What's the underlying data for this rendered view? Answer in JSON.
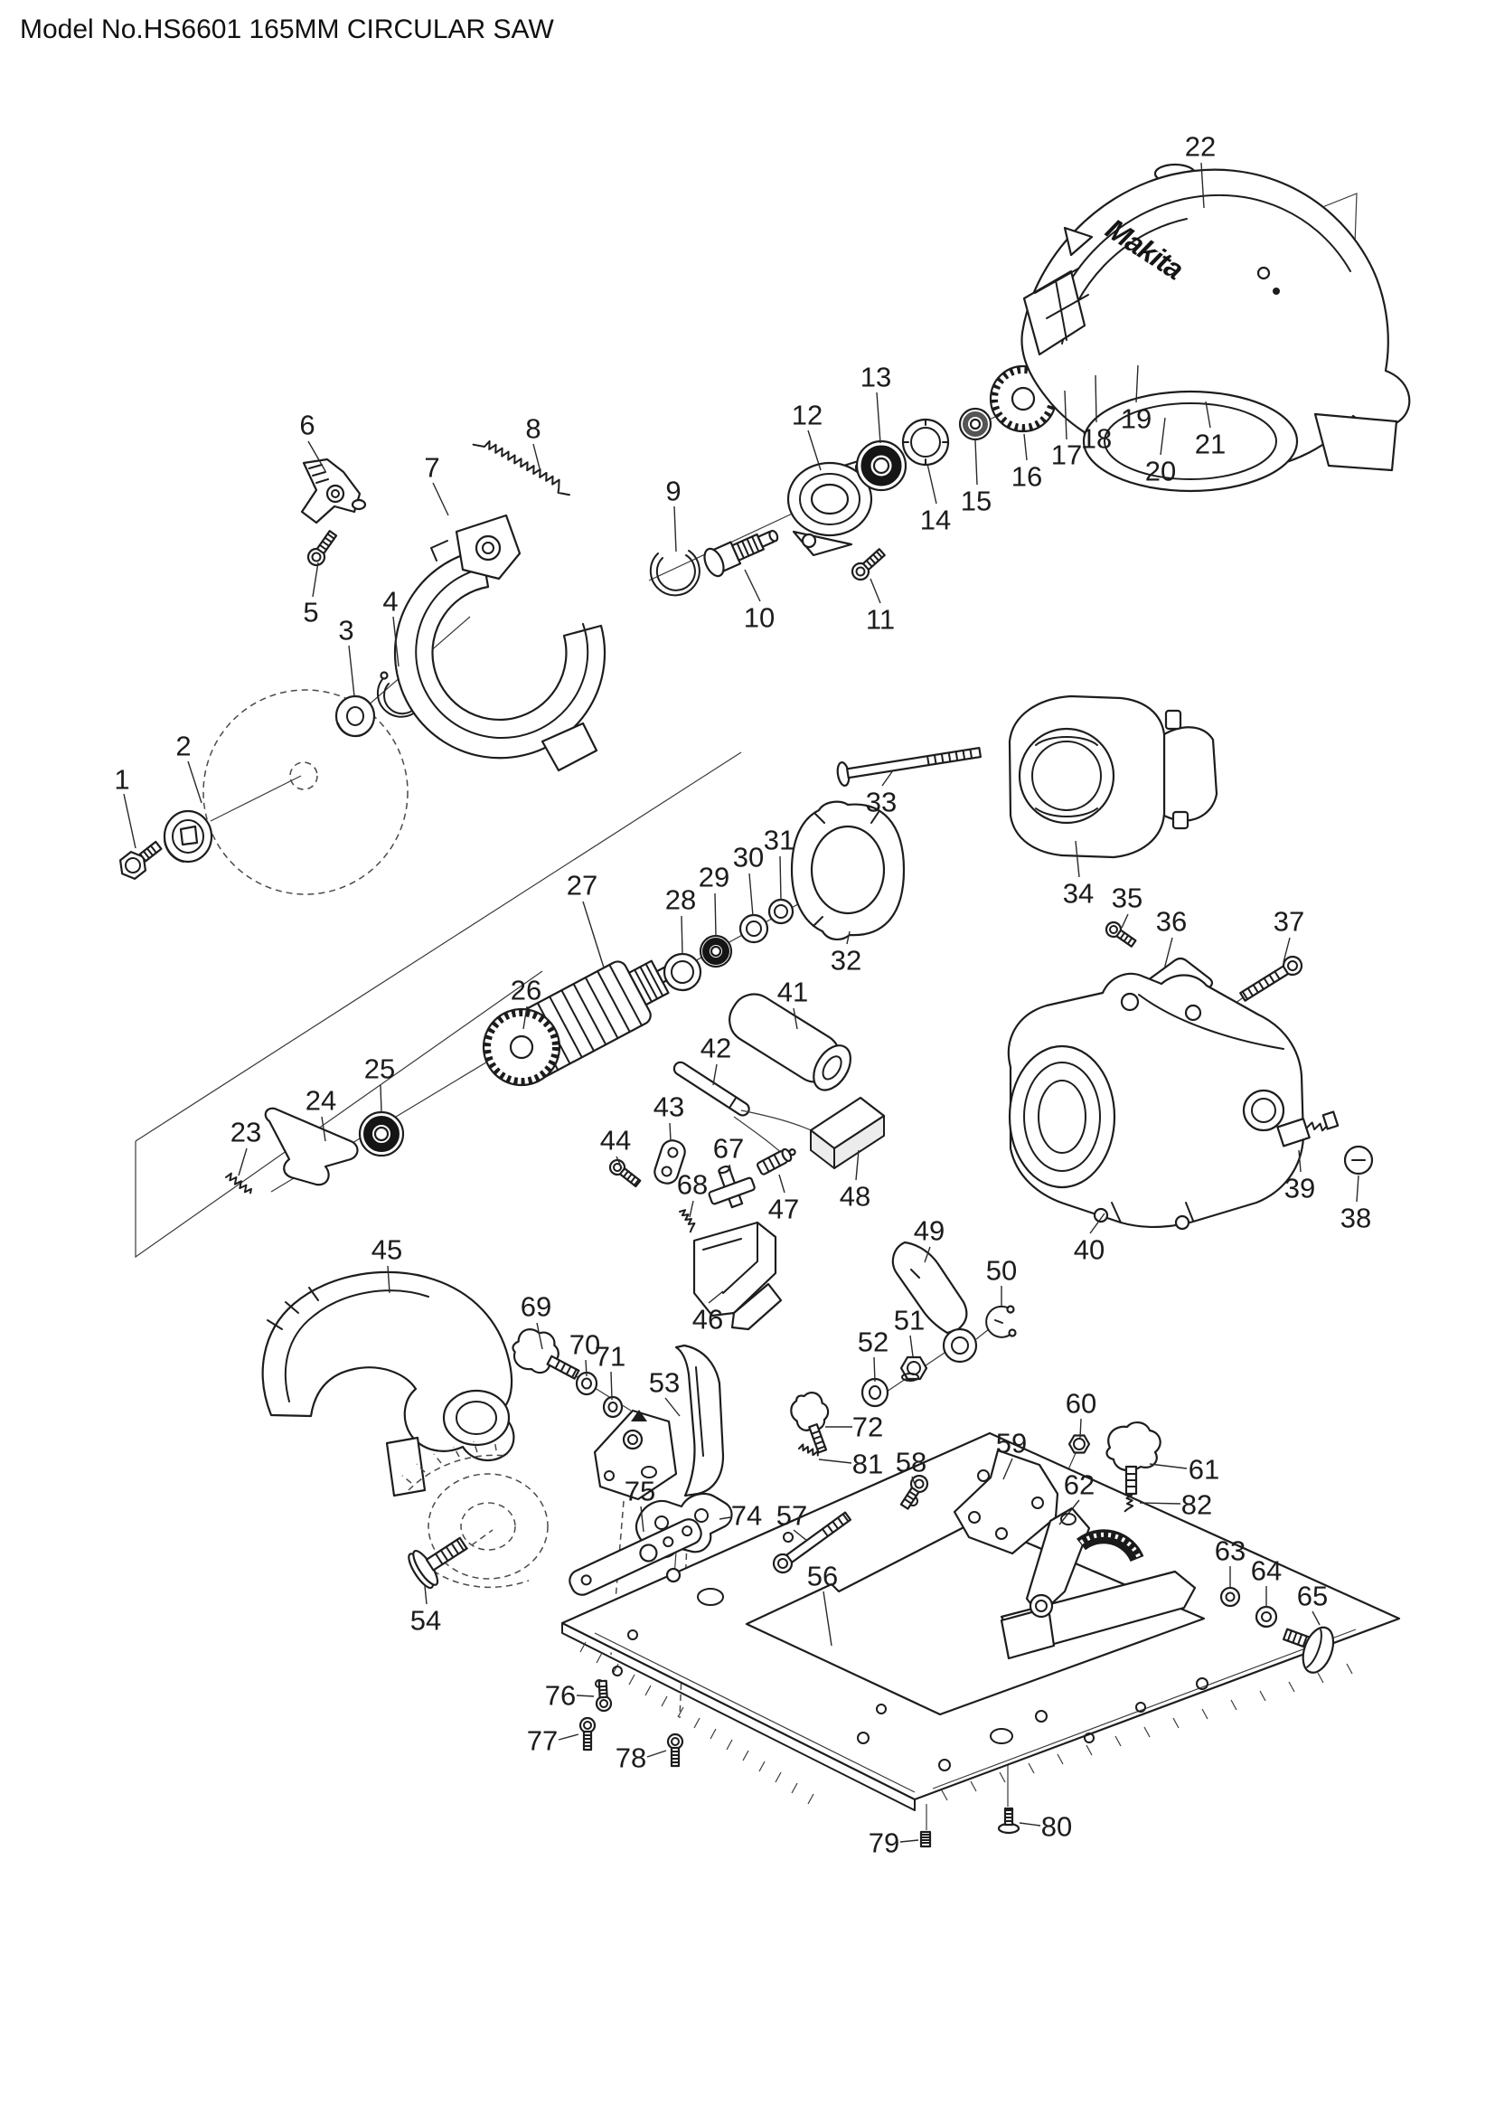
{
  "title": "Model No.HS6601 165MM CIRCULAR SAW",
  "brand": "Makita",
  "diagram": {
    "parts_format": [
      "num",
      "label_x",
      "label_y",
      "leader_x1",
      "leader_y1",
      "leader_x2",
      "leader_y2"
    ],
    "parts": [
      [
        "1",
        135,
        862,
        137,
        878,
        150,
        938
      ],
      [
        "2",
        203,
        825,
        208,
        842,
        223,
        888
      ],
      [
        "3",
        383,
        697,
        386,
        714,
        392,
        770
      ],
      [
        "4",
        432,
        665,
        435,
        682,
        441,
        737
      ],
      [
        "5",
        344,
        677,
        346,
        660,
        352,
        622
      ],
      [
        "6",
        340,
        470,
        341,
        488,
        360,
        521
      ],
      [
        "7",
        478,
        517,
        479,
        534,
        496,
        570
      ],
      [
        "8",
        590,
        474,
        590,
        491,
        597,
        518
      ],
      [
        "9",
        745,
        543,
        746,
        560,
        748,
        610
      ],
      [
        "10",
        840,
        683,
        841,
        665,
        824,
        630
      ],
      [
        "11",
        974,
        685,
        974,
        667,
        963,
        640
      ],
      [
        "12",
        893,
        459,
        894,
        476,
        908,
        520
      ],
      [
        "13",
        969,
        417,
        970,
        434,
        974,
        490
      ],
      [
        "14",
        1035,
        575,
        1036,
        557,
        1026,
        513
      ],
      [
        "15",
        1080,
        554,
        1081,
        536,
        1079,
        487
      ],
      [
        "16",
        1136,
        527,
        1136,
        509,
        1133,
        480
      ],
      [
        "17",
        1180,
        503,
        1180,
        486,
        1178,
        432
      ],
      [
        "18",
        1213,
        485,
        1213,
        467,
        1212,
        415
      ],
      [
        "19",
        1257,
        463,
        1257,
        445,
        1259,
        404
      ],
      [
        "20",
        1284,
        521,
        1284,
        503,
        1289,
        462
      ],
      [
        "21",
        1339,
        491,
        1339,
        473,
        1334,
        444
      ],
      [
        "22",
        1328,
        162,
        1329,
        180,
        1332,
        230
      ],
      [
        "23",
        272,
        1252,
        273,
        1270,
        264,
        1300
      ],
      [
        "24",
        355,
        1217,
        356,
        1235,
        360,
        1262
      ],
      [
        "25",
        420,
        1182,
        421,
        1200,
        422,
        1230
      ],
      [
        "26",
        582,
        1095,
        583,
        1113,
        579,
        1138
      ],
      [
        "27",
        644,
        979,
        645,
        997,
        668,
        1070
      ],
      [
        "28",
        753,
        995,
        754,
        1013,
        755,
        1055
      ],
      [
        "29",
        790,
        970,
        791,
        988,
        792,
        1035
      ],
      [
        "30",
        828,
        948,
        829,
        966,
        833,
        1013
      ],
      [
        "31",
        862,
        929,
        863,
        947,
        864,
        996
      ],
      [
        "32",
        936,
        1062,
        937,
        1044,
        940,
        1030
      ],
      [
        "33",
        975,
        887,
        976,
        869,
        988,
        852
      ],
      [
        "34",
        1193,
        988,
        1194,
        970,
        1190,
        930
      ],
      [
        "35",
        1247,
        993,
        1248,
        1011,
        1241,
        1026
      ],
      [
        "36",
        1296,
        1019,
        1297,
        1037,
        1288,
        1072
      ],
      [
        "37",
        1426,
        1019,
        1427,
        1037,
        1420,
        1064
      ],
      [
        "38",
        1500,
        1347,
        1501,
        1329,
        1503,
        1300
      ],
      [
        "39",
        1438,
        1314,
        1439,
        1296,
        1437,
        1272
      ],
      [
        "40",
        1205,
        1382,
        1206,
        1364,
        1222,
        1342
      ],
      [
        "41",
        877,
        1097,
        878,
        1115,
        882,
        1138
      ],
      [
        "42",
        792,
        1159,
        793,
        1177,
        789,
        1200
      ],
      [
        "43",
        740,
        1224,
        741,
        1242,
        742,
        1262
      ],
      [
        "44",
        681,
        1261,
        682,
        1279,
        688,
        1292
      ],
      [
        "45",
        428,
        1382,
        429,
        1400,
        431,
        1430
      ],
      [
        "46",
        783,
        1459,
        784,
        1441,
        800,
        1428
      ],
      [
        "47",
        867,
        1337,
        868,
        1319,
        862,
        1299
      ],
      [
        "48",
        946,
        1323,
        947,
        1305,
        950,
        1272
      ],
      [
        "49",
        1028,
        1361,
        1029,
        1379,
        1023,
        1396
      ],
      [
        "50",
        1108,
        1405,
        1108,
        1422,
        1108,
        1444
      ],
      [
        "51",
        1006,
        1460,
        1007,
        1477,
        1010,
        1500
      ],
      [
        "52",
        966,
        1484,
        967,
        1501,
        968,
        1528
      ],
      [
        "53",
        735,
        1529,
        736,
        1546,
        752,
        1566
      ],
      [
        "54",
        471,
        1792,
        472,
        1774,
        470,
        1754
      ],
      [
        "56",
        910,
        1743,
        911,
        1760,
        920,
        1820
      ],
      [
        "57",
        876,
        1676,
        878,
        1692,
        893,
        1704
      ],
      [
        "58",
        1008,
        1617,
        1009,
        1633,
        1013,
        1644
      ],
      [
        "59",
        1119,
        1596,
        1120,
        1613,
        1110,
        1636
      ],
      [
        "60",
        1196,
        1552,
        1196,
        1569,
        1195,
        1590
      ],
      [
        "61",
        1332,
        1625,
        1313,
        1624,
        1272,
        1619
      ],
      [
        "62",
        1194,
        1642,
        1194,
        1659,
        1172,
        1686
      ],
      [
        "63",
        1361,
        1715,
        1361,
        1732,
        1361,
        1756
      ],
      [
        "64",
        1401,
        1737,
        1401,
        1754,
        1401,
        1778
      ],
      [
        "65",
        1452,
        1765,
        1452,
        1782,
        1460,
        1797
      ],
      [
        "67",
        806,
        1270,
        807,
        1288,
        810,
        1302
      ],
      [
        "68",
        766,
        1310,
        767,
        1328,
        763,
        1346
      ],
      [
        "69",
        593,
        1445,
        594,
        1463,
        600,
        1492
      ],
      [
        "70",
        647,
        1487,
        648,
        1504,
        649,
        1522
      ],
      [
        "71",
        675,
        1500,
        676,
        1517,
        677,
        1548
      ],
      [
        "72",
        960,
        1578,
        943,
        1578,
        913,
        1578
      ],
      [
        "74",
        826,
        1676,
        808,
        1678,
        796,
        1680
      ],
      [
        "75",
        708,
        1649,
        709,
        1666,
        712,
        1694
      ],
      [
        "76",
        620,
        1875,
        638,
        1875,
        657,
        1876
      ],
      [
        "77",
        600,
        1925,
        618,
        1924,
        640,
        1918
      ],
      [
        "78",
        698,
        1944,
        716,
        1943,
        737,
        1936
      ],
      [
        "79",
        978,
        2038,
        996,
        2037,
        1016,
        2035
      ],
      [
        "80",
        1169,
        2020,
        1151,
        2019,
        1128,
        2016
      ],
      [
        "81",
        960,
        1619,
        942,
        1618,
        906,
        1614
      ],
      [
        "82",
        1324,
        1664,
        1306,
        1663,
        1261,
        1662
      ]
    ]
  }
}
